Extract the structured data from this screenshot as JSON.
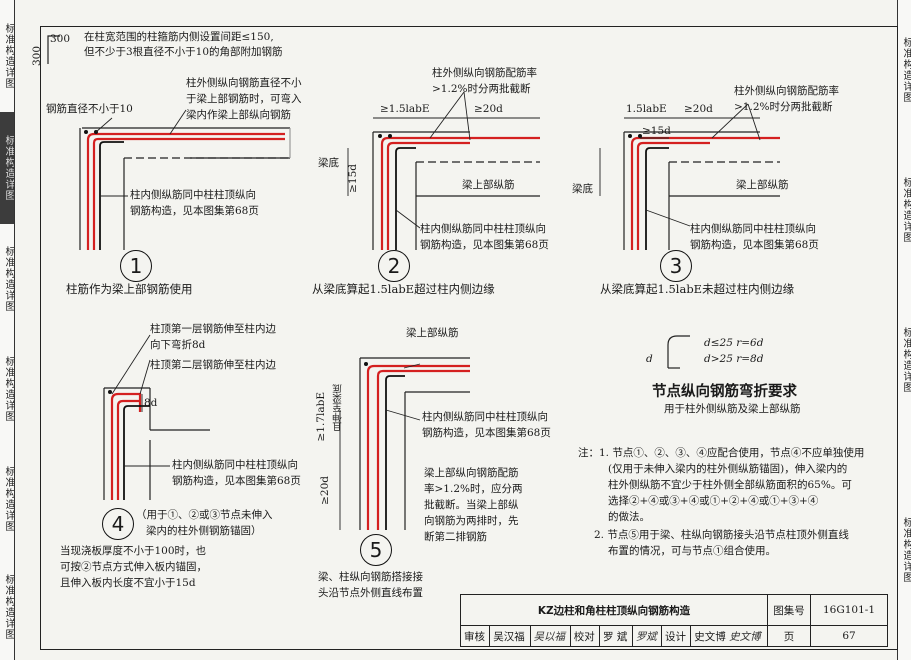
{
  "left_strip": [
    "标准构造详图",
    "标准构造详图",
    "标准构造详图",
    "标准构造详图",
    "标准构造详图",
    "标准构造详图"
  ],
  "right_strip": [
    "标准构造详图",
    "标准构造详图",
    "标准构造详图",
    "标准构造详图"
  ],
  "node1": {
    "dim_300_h": "300",
    "dim_300_v": "300",
    "note_top": [
      "在柱宽范围的柱箍筋内侧设置间距≤150,",
      "但不少于3根直径不小于10的角部附加钢筋"
    ],
    "stirrup_label": "钢筋直径不小于10",
    "outer_bar_note": [
      "柱外侧纵向钢筋直径不小",
      "于梁上部钢筋时，可弯入",
      "梁内作梁上部纵向钢筋"
    ],
    "inner_bar_note": [
      "柱内侧纵筋同中柱柱顶纵向",
      "钢筋构造，见本图集第68页"
    ],
    "number": "1",
    "caption": "柱筋作为梁上部钢筋使用"
  },
  "node2": {
    "ratio_note": [
      "柱外侧纵向钢筋配筋率",
      ">1.2%时分两批截断"
    ],
    "dim_anchor": "≥1.5labE",
    "dim_20d": "≥20d",
    "dim_15d": "≥15d",
    "beam_bottom": "梁底",
    "beam_top_label": "梁上部纵筋",
    "inner_bar_note": [
      "柱内侧纵筋同中柱柱顶纵向",
      "钢筋构造，见本图集第68页"
    ],
    "number": "2",
    "caption": "从梁底算起1.5labE超过柱内侧边缘"
  },
  "node3": {
    "ratio_note": [
      "柱外侧纵向钢筋配筋率",
      ">1.2%时分两批截断"
    ],
    "dim_anchor": "1.5labE",
    "dim_20d": "≥20d",
    "dim_15d": "≥15d",
    "beam_bottom": "梁底",
    "beam_top_label": "梁上部纵筋",
    "inner_bar_note": [
      "柱内侧纵筋同中柱柱顶纵向",
      "钢筋构造，见本图集第68页"
    ],
    "number": "3",
    "caption": "从梁底算起1.5labE未超过柱内侧边缘"
  },
  "node4": {
    "layer1_note": [
      "柱顶第一层钢筋伸至柱内边",
      "向下弯折8d"
    ],
    "layer2_note": "柱顶第二层钢筋伸至柱内边",
    "dim_8d": "8d",
    "inner_bar_note": [
      "柱内侧纵筋同中柱柱顶纵向",
      "钢筋构造，见本图集第68页"
    ],
    "number": "4",
    "usage_note": [
      "（用于①、②或③节点未伸入",
      "梁内的柱外侧钢筋锚固）"
    ],
    "slab_note": [
      "当现浇板厚度不小于100时，也",
      "可按②节点方式伸入板内锚固，",
      "且伸入板内长度不宜小于15d"
    ]
  },
  "node5": {
    "beam_top_label": "梁上部纵筋",
    "dim_17": "≥1.7labE",
    "extend_label": "且伸至梁底",
    "dim_20d": "≥20d",
    "inner_bar_note": [
      "柱内侧纵筋同中柱柱顶纵向",
      "钢筋构造，见本图集第68页"
    ],
    "ratio_note": [
      "梁上部纵向钢筋配筋",
      "率>1.2%时，应分两",
      "批截断。当梁上部纵",
      "向钢筋为两排时，先",
      "断第二排钢筋"
    ],
    "number": "5",
    "caption": [
      "梁、柱纵向钢筋搭接接",
      "头沿节点外侧直线布置"
    ]
  },
  "bend": {
    "rule1": "d≤25   r=6d",
    "rule2": "d>25   r=8d",
    "d_label": "d",
    "title": "节点纵向钢筋弯折要求",
    "subtitle": "用于柱外侧纵筋及梁上部纵筋"
  },
  "notes": [
    "注：1. 节点①、②、③、④应配合使用，节点④不应单独使用",
    "(仅用于未伸入梁内的柱外侧纵筋锚固)，伸入梁内的",
    "柱外侧纵筋不宜少于柱外侧全部纵筋面积的65%。可",
    "选择②+④或③+④或①+②+④或①+③+④",
    "的做法。",
    "2. 节点⑤用于梁、柱纵向钢筋接头沿节点柱顶外侧直线",
    "布置的情况，可与节点①组合使用。"
  ],
  "titleblock": {
    "title": "KZ边柱和角柱柱顶纵向钢筋构造",
    "atlas_label": "图集号",
    "atlas_no": "16G101-1",
    "review_label": "审核",
    "reviewer": "吴汉福",
    "reviewer_sig": "吴以福",
    "check_label": "校对",
    "checker": "罗 斌",
    "checker_sig": "罗斌",
    "design_label": "设计",
    "designer": "史文博",
    "designer_sig": "史文博",
    "page_label": "页",
    "page_no": "67"
  }
}
